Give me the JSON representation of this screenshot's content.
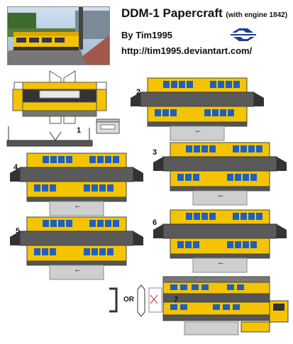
{
  "header": {
    "title": "DDM-1 Papercraft",
    "title_sub": "(with engine 1842)",
    "author": "By Tim1995",
    "url": "http://tim1995.deviantart.com/"
  },
  "parts": {
    "n1": "1",
    "n2": "2",
    "n3": "3",
    "n4": "4",
    "n5": "5",
    "n6": "6",
    "n7": "7"
  },
  "misc": {
    "or": "OR",
    "arrow": "←"
  },
  "colors": {
    "yellow": "#f5c400",
    "blue": "#1f5fbf",
    "gray": "#5a5a5a",
    "lightgray": "#cfcfcf",
    "dark": "#222222"
  },
  "icons": {
    "logo": "ns-logo-icon"
  }
}
